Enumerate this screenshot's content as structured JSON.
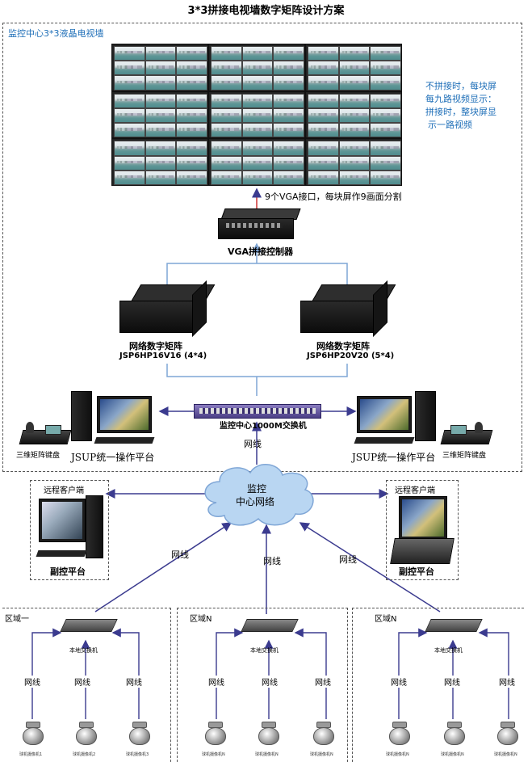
{
  "title": "3*3拼接电视墙数字矩阵设计方案",
  "center_label": "监控中心3*3液晶电视墙",
  "wall_note": [
    "不拼接时，每块屏",
    "每九路视频显示：",
    "拼接时，整块屏显",
    "示一路视频"
  ],
  "vga_note": "9个VGA接口，每块屏作9画面分割",
  "vga_controller": "VGA拼接控制器",
  "matrix_left": {
    "name": "网络数字矩阵",
    "model": "JSP6HP16V16 (4*4)"
  },
  "matrix_right": {
    "name": "网络数字矩阵",
    "model": "JSP6HP20V20 (5*4)"
  },
  "center_switch": "监控中心1000M交换机",
  "keyboard_left": "三维矩阵键盘",
  "keyboard_right": "三维矩阵键盘",
  "platform_left": "JSUP统一操作平台",
  "platform_right": "JSUP统一操作平台",
  "wire": "网线",
  "cloud": [
    "监控",
    "中心网络"
  ],
  "remote_left": {
    "top": "远程客户端",
    "bottom": "副控平台"
  },
  "remote_right": {
    "top": "远程客户端",
    "bottom": "副控平台"
  },
  "regions": [
    {
      "name": "区域一",
      "switch": "本地交换机",
      "cams": [
        "球机摄像机1",
        "球机摄像机2",
        "球机摄像机3"
      ]
    },
    {
      "name": "区域N",
      "switch": "本地交换机",
      "cams": [
        "球机摄像机N",
        "球机摄像机N",
        "球机摄像机N"
      ]
    },
    {
      "name": "区域N",
      "switch": "本地交换机",
      "cams": [
        "球机摄像机N",
        "球机摄像机N",
        "球机摄像机N"
      ]
    }
  ],
  "colors": {
    "arrow_blue": "#3b3b8f",
    "line_blue": "#7fa6d6",
    "note_blue": "#1f6fb8",
    "note_red": "#d61c1c",
    "cloud": "#b9d6f2"
  }
}
